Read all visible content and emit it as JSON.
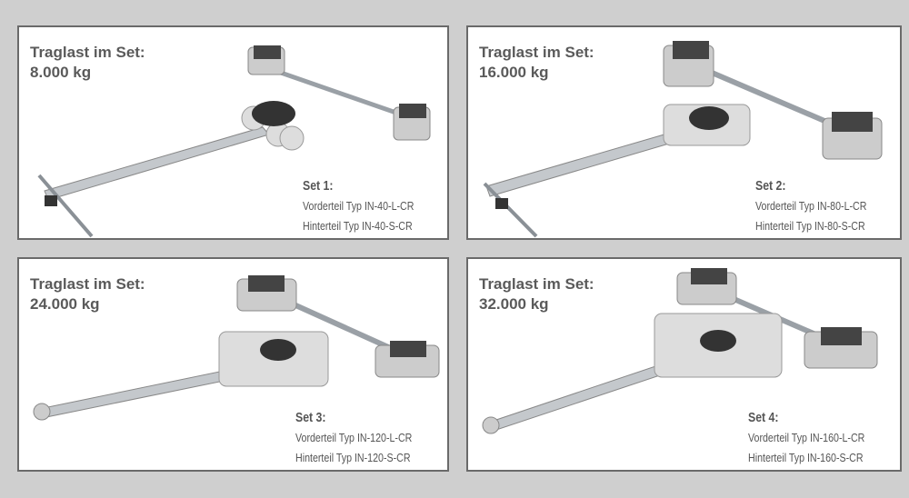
{
  "panels": [
    {
      "title": "Traglast im Set:",
      "load": "8.000 kg",
      "set": "Set 1:",
      "front": "Vorderteil Typ IN-40-L-CR",
      "rear": "Hinterteil Typ IN-40-S-CR"
    },
    {
      "title": "Traglast im Set:",
      "load": "16.000 kg",
      "set": "Set 2:",
      "front": "Vorderteil Typ IN-80-L-CR",
      "rear": "Hinterteil Typ IN-80-S-CR"
    },
    {
      "title": "Traglast im Set:",
      "load": "24.000 kg",
      "set": "Set 3:",
      "front": "Vorderteil Typ IN-120-L-CR",
      "rear": "Hinterteil Typ IN-120-S-CR"
    },
    {
      "title": "Traglast im Set:",
      "load": "32.000 kg",
      "set": "Set 4:",
      "front": "Vorderteil Typ IN-160-L-CR",
      "rear": "Hinterteil Typ IN-160-S-CR"
    }
  ]
}
